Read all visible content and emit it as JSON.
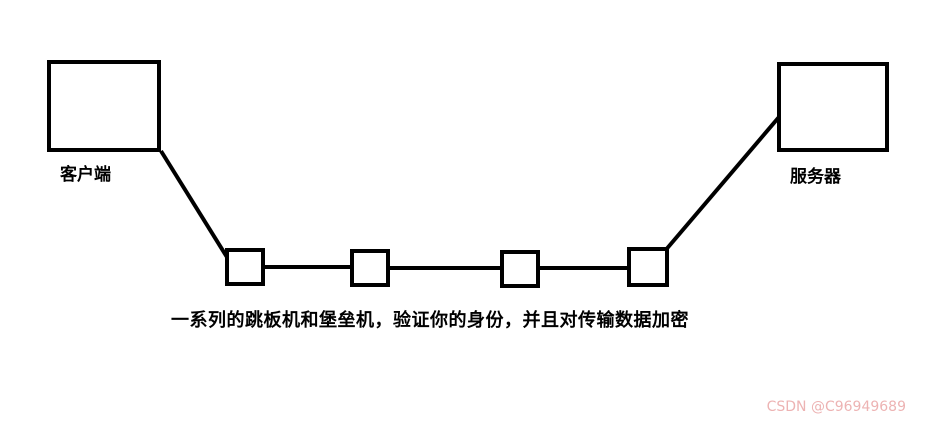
{
  "diagram": {
    "client_label": "客户端",
    "server_label": "服务器",
    "caption": "一系列的跳板机和堡垒机，验证你的身份，并且对传输数据加密",
    "watermark": "CSDN @C96949689",
    "jump_boxes_count": 4,
    "colors": {
      "line": "#000000",
      "box_border": "#000000",
      "watermark": "#edb3b3"
    }
  }
}
